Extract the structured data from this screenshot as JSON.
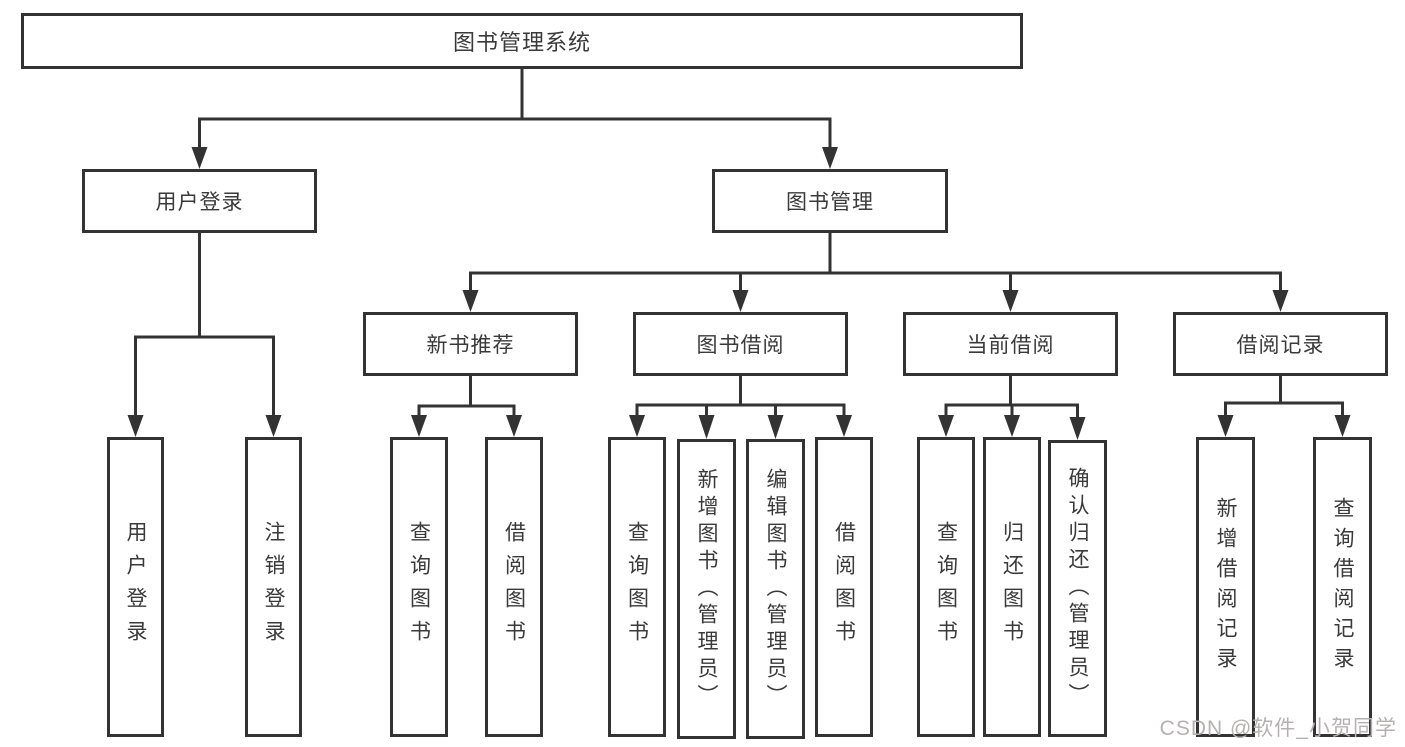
{
  "tree": {
    "root": {
      "label": "图书管理系统"
    },
    "children": [
      {
        "label": "用户登录",
        "children": [
          {
            "label": "用户登录"
          },
          {
            "label": "注销登录"
          }
        ]
      },
      {
        "label": "图书管理",
        "children": [
          {
            "label": "新书推荐",
            "children": [
              {
                "label": "查询图书"
              },
              {
                "label": "借阅图书"
              }
            ]
          },
          {
            "label": "图书借阅",
            "children": [
              {
                "label": "查询图书"
              },
              {
                "label": "新增图书（管理员）"
              },
              {
                "label": "编辑图书（管理员）"
              },
              {
                "label": "借阅图书"
              }
            ]
          },
          {
            "label": "当前借阅",
            "children": [
              {
                "label": "查询图书"
              },
              {
                "label": "归还图书"
              },
              {
                "label": "确认归还（管理员）"
              }
            ]
          },
          {
            "label": "借阅记录",
            "children": [
              {
                "label": "新增借阅记录"
              },
              {
                "label": "查询借阅记录"
              }
            ]
          }
        ]
      }
    ]
  },
  "watermark": "CSDN @软件_小贺同学",
  "colors": {
    "line": "#333333",
    "text": "#3a3a3a",
    "watermark": "#b6b1b1",
    "background": "#ffffff"
  }
}
